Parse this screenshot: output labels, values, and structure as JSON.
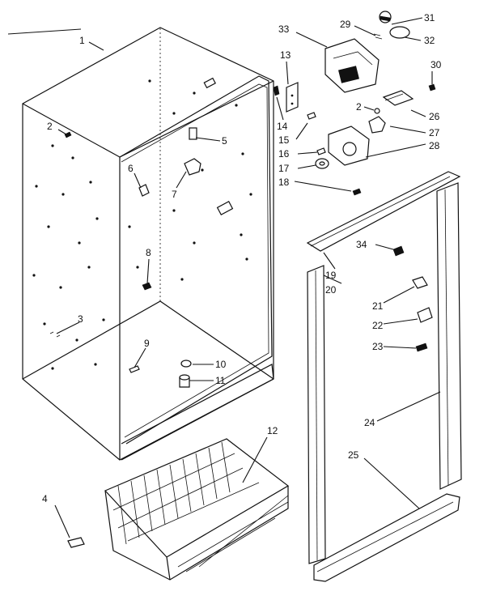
{
  "callouts": [
    "1",
    "2",
    "2",
    "3",
    "4",
    "5",
    "6",
    "7",
    "8",
    "9",
    "10",
    "11",
    "12",
    "13",
    "14",
    "15",
    "16",
    "17",
    "18",
    "19",
    "20",
    "21",
    "22",
    "23",
    "24",
    "25",
    "26",
    "27",
    "28",
    "29",
    "30",
    "31",
    "32",
    "33",
    "34"
  ]
}
